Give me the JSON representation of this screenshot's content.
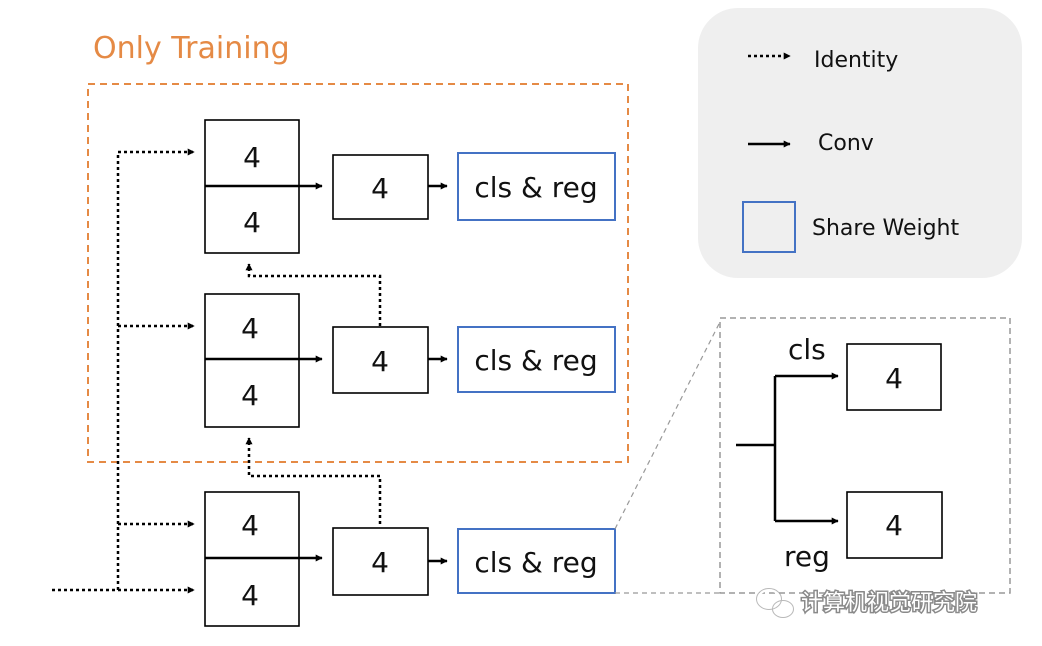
{
  "title": "Only Training",
  "legend": {
    "identity_label": "Identity",
    "conv_label": "Conv",
    "share_label": "Share Weight"
  },
  "stages": [
    {
      "top_block": "4",
      "bottom_block": "4",
      "head_block": "4",
      "output_label": "cls & reg"
    },
    {
      "top_block": "4",
      "bottom_block": "4",
      "head_block": "4",
      "output_label": "cls & reg"
    },
    {
      "top_block": "4",
      "bottom_block": "4",
      "head_block": "4",
      "output_label": "cls & reg"
    }
  ],
  "zoom": {
    "cls_label": "cls",
    "reg_label": "reg",
    "cls_block": "4",
    "reg_block": "4"
  },
  "watermark": "计算机视觉研究院",
  "colors": {
    "title": "#e58a45",
    "training_border": "#e58a45",
    "share_border": "#4472c4",
    "legend_bg": "#efefef",
    "zoom_border": "#999999"
  }
}
